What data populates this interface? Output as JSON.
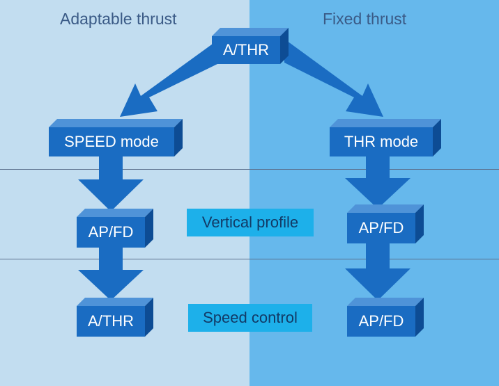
{
  "columns": {
    "left_title": "Adaptable thrust",
    "right_title": "Fixed thrust"
  },
  "nodes": {
    "top": "A/THR",
    "left_mode": "SPEED mode",
    "right_mode": "THR mode",
    "left_vertical": "AP/FD",
    "right_vertical": "AP/FD",
    "left_speed": "A/THR",
    "right_speed": "AP/FD"
  },
  "rows": {
    "vertical_profile": "Vertical profile",
    "speed_control": "Speed control"
  },
  "colors": {
    "left_panel": "#c2ddf0",
    "right_panel": "#66b8ec",
    "box_face": "#1a6cc2",
    "label_box": "#1db0ea"
  }
}
